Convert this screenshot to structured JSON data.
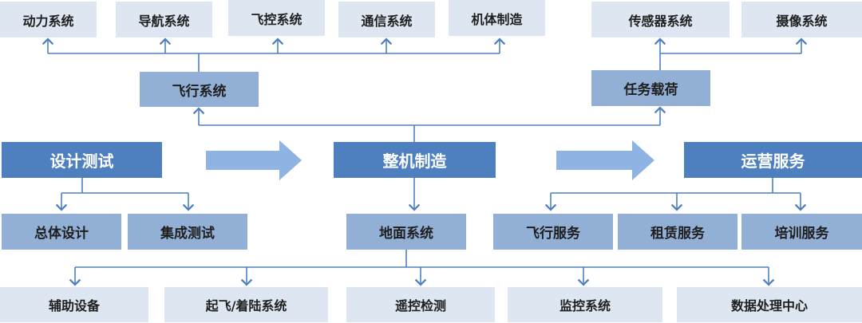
{
  "top": {
    "flight_subsystems": [
      "动力系统",
      "导航系统",
      "飞控系统",
      "通信系统",
      "机体制造"
    ],
    "payload_subsystems": [
      "传感器系统",
      "摄像系统"
    ]
  },
  "mid": {
    "flight_system": "飞行系统",
    "mission_payload": "任务载荷"
  },
  "main": {
    "design_test": "设计测试",
    "manufacturing": "整机制造",
    "operations": "运营服务"
  },
  "design_children": [
    "总体设计",
    "集成测试"
  ],
  "ground_system": "地面系统",
  "service_children": [
    "飞行服务",
    "租赁服务",
    "培训服务"
  ],
  "ground_children": [
    "辅助设备",
    "起飞/着陆系统",
    "遥控检测",
    "监控系统",
    "数据处理中心"
  ],
  "colors": {
    "light_box": "#dde6f1",
    "mid_box": "#92afd6",
    "main_box": "#4e80c0",
    "line": "#4e80c0",
    "arrow": "#8fb3e2"
  }
}
